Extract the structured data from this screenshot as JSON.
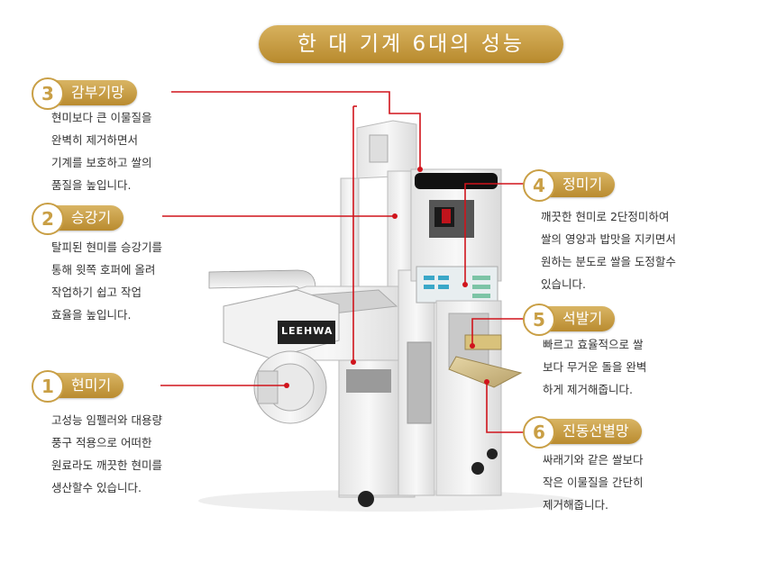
{
  "title": "한 대 기계 6대의 성능",
  "brand": "LEEHWA",
  "features": [
    {
      "num": "3",
      "label": "감부기망",
      "desc": "현미보다 큰 이물질을\n완벽히 제거하면서\n기계를 보호하고 쌀의\n품질을 높입니다."
    },
    {
      "num": "2",
      "label": "승강기",
      "desc": "탈피된 현미를 승강기를\n통해 윗쪽 호퍼에 올려\n작업하기 쉽고 작업\n효율을 높입니다."
    },
    {
      "num": "1",
      "label": "현미기",
      "desc": "고성능 임펠러와 대용량\n풍구 적용으로 어떠한\n원료라도 깨끗한 현미를\n생산할수 있습니다."
    },
    {
      "num": "4",
      "label": "정미기",
      "desc": "깨끗한 현미로 2단정미하여\n쌀의 영양과 밥맛을 지키면서\n원하는 분도로 쌀을 도정할수\n있습니다."
    },
    {
      "num": "5",
      "label": "석발기",
      "desc": "빠르고 효율적으로 쌀\n보다 무거운 돌을 완벽\n하게 제거해줍니다."
    },
    {
      "num": "6",
      "label": "진동선별망",
      "desc": "싸래기와 같은 쌀보다\n작은 이물질을 간단히\n제거해줍니다."
    }
  ],
  "colors": {
    "gold": "#c99f45",
    "line": "#d0141c"
  }
}
